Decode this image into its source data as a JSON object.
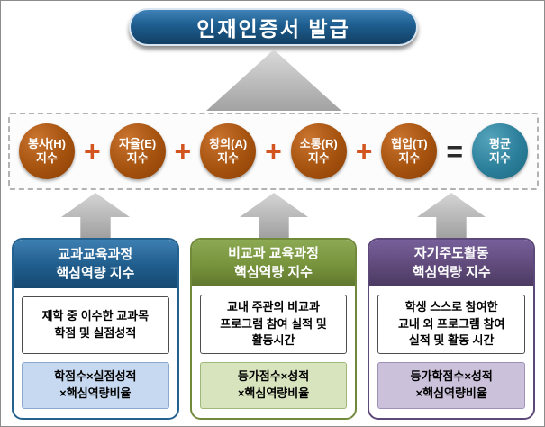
{
  "title": "인재인증서 발급",
  "band": {
    "operators": {
      "plus": "+",
      "equals": "="
    },
    "indices": [
      {
        "label": "봉사(H)\n지수"
      },
      {
        "label": "자율(E)\n지수"
      },
      {
        "label": "창의(A)\n지수"
      },
      {
        "label": "소통(R)\n지수"
      },
      {
        "label": "협업(T)\n지수"
      }
    ],
    "result": {
      "label": "평균\n지수"
    }
  },
  "columns": [
    {
      "header": "교과교육과정\n핵심역량 지수",
      "body": "재학 중 이수한 교과목\n학점 및 실점성적",
      "formula": "학점수×실점성적\n×핵심역량비율"
    },
    {
      "header": "비교과 교육과정\n핵심역량 지수",
      "body": "교내 주관의 비교과\n프로그램 참여 실적 및\n활동시간",
      "formula": "등가점수×성적\n×핵심역량비율"
    },
    {
      "header": "자기주도활동\n핵심역량 지수",
      "body": "학생 스스로 참여한\n교내 외 프로그램 참여\n실적 및 활동 시간",
      "formula": "등가학점수×성적\n×핵심역량비율"
    }
  ],
  "colors": {
    "title_bg": "#1d5d8e",
    "index_circle": "#a5520f",
    "result_circle": "#2b7f9a",
    "plus_sign": "#d2551f",
    "equals_sign": "#2b2b2b",
    "column1_theme": "#1f5c8b",
    "column1_light": "#c6d9f1",
    "column2_theme": "#77933c",
    "column2_light": "#d7e4bd",
    "column3_theme": "#604a7b",
    "column3_light": "#ccc1da",
    "arrow_gray": "#a8a8a8"
  }
}
